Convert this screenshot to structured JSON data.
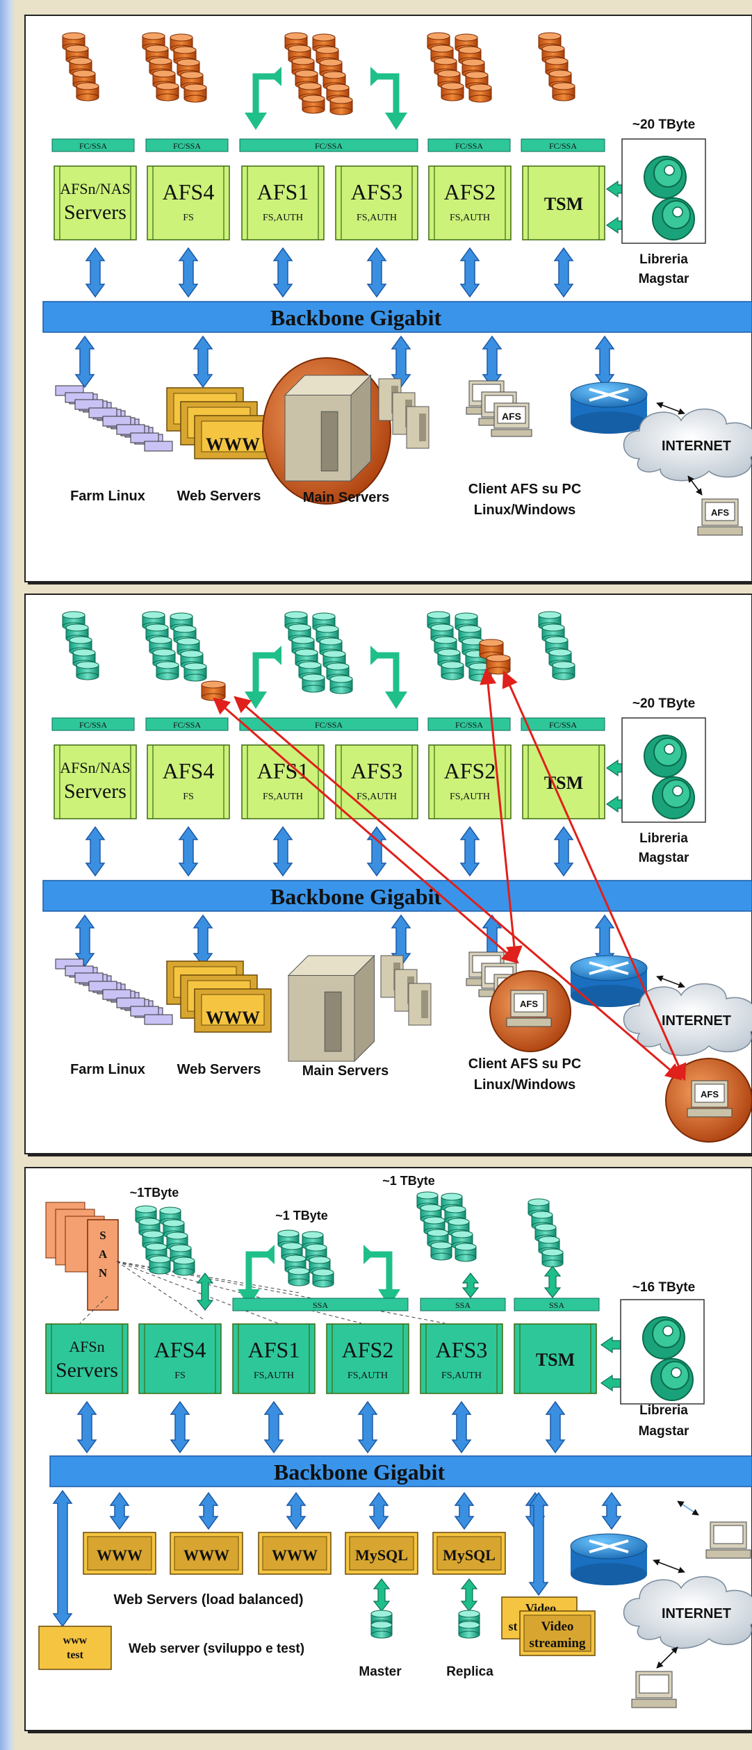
{
  "panel1": {
    "bus_labels": [
      "FC/SSA",
      "FC/SSA",
      "FC/SSA",
      "FC/SSA",
      "FC/SSA"
    ],
    "servers": [
      {
        "name": "AFSn/NAS",
        "line2": "Servers",
        "sub": ""
      },
      {
        "name": "AFS4",
        "sub": "FS"
      },
      {
        "name": "AFS1",
        "sub": "FS,AUTH"
      },
      {
        "name": "AFS3",
        "sub": "FS,AUTH"
      },
      {
        "name": "AFS2",
        "sub": "FS,AUTH"
      },
      {
        "name": "TSM",
        "sub": ""
      }
    ],
    "capacity": "~20 TByte",
    "library": [
      "Libreria",
      "Magstar"
    ],
    "backbone": "Backbone Gigabit",
    "www": "WWW",
    "afs_tag": "AFS",
    "internet": "INTERNET",
    "bottom": {
      "farm": "Farm Linux",
      "web": "Web Servers",
      "main": "Main Servers",
      "client1": "Client AFS su PC",
      "client2": "Linux/Windows"
    }
  },
  "panel2": {
    "bus_labels": [
      "FC/SSA",
      "FC/SSA",
      "FC/SSA",
      "FC/SSA",
      "FC/SSA"
    ],
    "servers": [
      {
        "name": "AFSn/NAS",
        "line2": "Servers",
        "sub": ""
      },
      {
        "name": "AFS4",
        "sub": "FS"
      },
      {
        "name": "AFS1",
        "sub": "FS,AUTH"
      },
      {
        "name": "AFS3",
        "sub": "FS,AUTH"
      },
      {
        "name": "AFS2",
        "sub": "FS,AUTH"
      },
      {
        "name": "TSM",
        "sub": ""
      }
    ],
    "capacity": "~20 TByte",
    "library": [
      "Libreria",
      "Magstar"
    ],
    "backbone": "Backbone Gigabit",
    "www": "WWW",
    "afs_tag": "AFS",
    "internet": "INTERNET",
    "bottom": {
      "farm": "Farm Linux",
      "web": "Web Servers",
      "main": "Main Servers",
      "client1": "Client AFS su PC",
      "client2": "Linux/Windows"
    }
  },
  "panel3": {
    "capacities": [
      "~1TByte",
      "~1 TByte",
      "~1 TByte",
      "~16 TByte"
    ],
    "san": [
      "S",
      "A",
      "N"
    ],
    "bus_labels": [
      "SSA",
      "SSA",
      "SSA"
    ],
    "servers": [
      {
        "name": "AFSn",
        "line2": "Servers",
        "sub": ""
      },
      {
        "name": "AFS4",
        "sub": "FS"
      },
      {
        "name": "AFS1",
        "sub": "FS,AUTH"
      },
      {
        "name": "AFS2",
        "sub": "FS,AUTH"
      },
      {
        "name": "AFS3",
        "sub": "FS,AUTH"
      },
      {
        "name": "TSM",
        "sub": ""
      }
    ],
    "library": [
      "Libreria",
      "Magstar"
    ],
    "backbone": "Backbone Gigabit",
    "boxes": [
      "WWW",
      "WWW",
      "WWW",
      "MySQL",
      "MySQL"
    ],
    "web_lb": "Web Servers (load balanced)",
    "www_test": [
      "www",
      "test"
    ],
    "web_dev": "Web server (sviluppo e test)",
    "master": "Master",
    "replica": "Replica",
    "video": [
      "Video",
      "streaming"
    ],
    "video_back": [
      "Video",
      "st"
    ],
    "internet": "INTERNET"
  }
}
